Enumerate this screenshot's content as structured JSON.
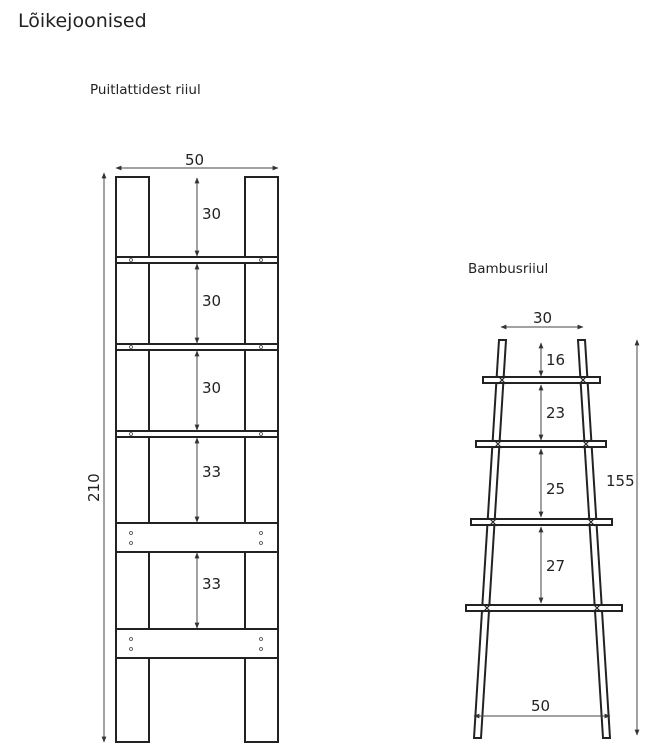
{
  "title": "Lõikejoonised",
  "wood_rack": {
    "label": "Puitlattidest riiul",
    "width": "50",
    "height": "210",
    "spacings": [
      "30",
      "30",
      "30",
      "33",
      "33"
    ]
  },
  "bamboo_rack": {
    "label": "Bambusriiul",
    "top_width": "30",
    "bottom_width": "50",
    "height": "155",
    "spacings": [
      "16",
      "23",
      "25",
      "27"
    ]
  }
}
